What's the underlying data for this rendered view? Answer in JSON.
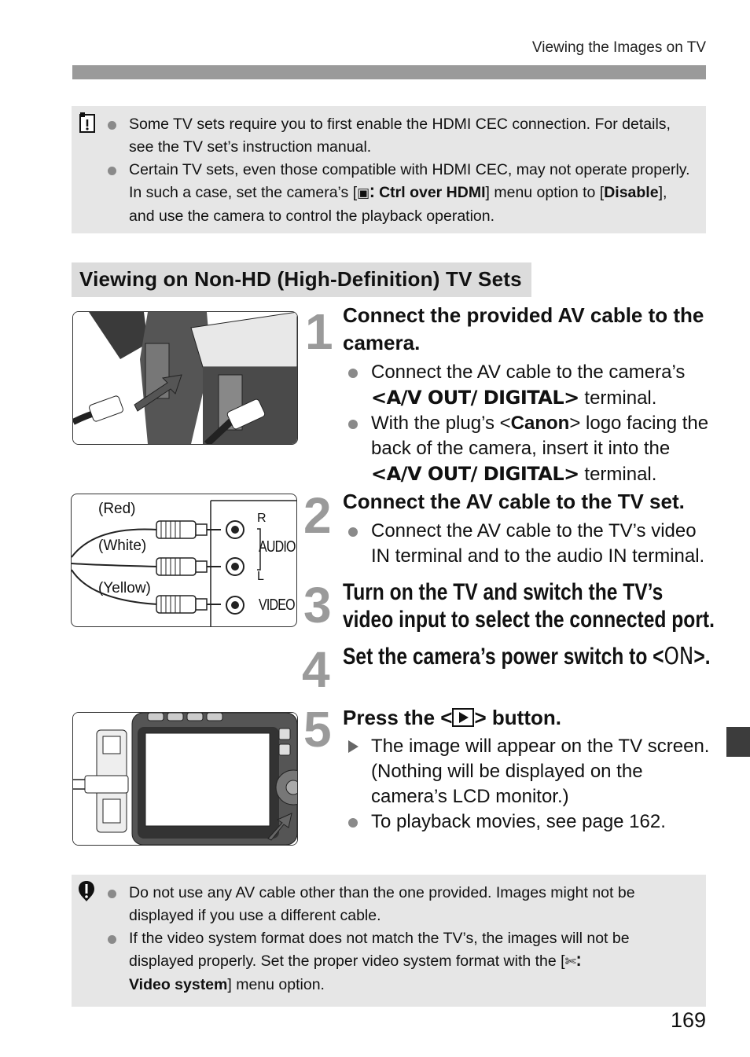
{
  "header": {
    "title": "Viewing the Images on TV"
  },
  "note_top": {
    "icon": "note-icon",
    "items": [
      {
        "text": "Some TV sets require you to first enable the HDMI CEC connection. For details, see the TV set’s instruction manual."
      },
      {
        "pre": "Certain TV sets, even those compatible with HDMI CEC, may not operate properly. In such a case, set the camera’s [",
        "menu": "Ctrl over HDMI",
        "mid": "] menu option to [",
        "option": "Disable",
        "post": "], and use the camera to control the playback operation."
      }
    ]
  },
  "section": {
    "title": "Viewing on Non-HD (High-Definition) TV Sets"
  },
  "steps": [
    {
      "num": "1",
      "title": "Connect the provided AV cable to the camera.",
      "b1_pre": "Connect the AV cable to the camera’s",
      "b1_term": "<A/V OUT/ DIGITAL>",
      "b1_post": " terminal.",
      "b2_pre": "With the plug’s <",
      "b2_brand": "Canon",
      "b2_mid": "> logo facing the back of the camera, insert it into the ",
      "b2_term": "<A/V OUT/ DIGITAL>",
      "b2_post": " terminal."
    },
    {
      "num": "2",
      "title": "Connect the AV cable to the TV set.",
      "b1": "Connect the AV cable to the TV’s video IN terminal and to the audio IN terminal."
    },
    {
      "num": "3",
      "title_l1": "Turn on the TV and switch the TV’s",
      "title_l2": "video input to select the connected port."
    },
    {
      "num": "4",
      "title_pre": "Set the camera’s power switch to <",
      "title_on": "ON",
      "title_post": ">."
    },
    {
      "num": "5",
      "title_pre": "Press the <",
      "title_post": "> button.",
      "b1": "The image will appear on the TV screen. (Nothing will be displayed on the camera’s LCD monitor.)",
      "b2": "To playback movies, see page 162."
    }
  ],
  "tv_diagram": {
    "red": "(Red)",
    "white": "(White)",
    "yellow": "(Yellow)",
    "r": "R",
    "l": "L",
    "audio": "AUDIO",
    "video": "VIDEO"
  },
  "camera_brand": "Canon",
  "note_bottom": {
    "icon": "caution-icon",
    "items": [
      {
        "text": "Do not use any AV cable other than the one provided. Images might not be displayed if you use a different cable."
      },
      {
        "pre": "If the video system format does not match the TV’s, the images will not be displayed properly. Set the proper video system format with the [",
        "menu": "Video system",
        "post": "] menu option."
      }
    ]
  },
  "page_number": "169"
}
